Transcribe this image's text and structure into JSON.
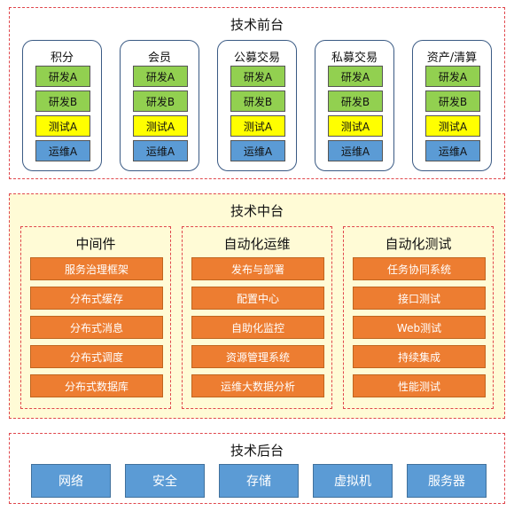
{
  "front": {
    "title": "技术前台",
    "teams": [
      {
        "name": "积分",
        "roles": [
          "研发A",
          "研发B",
          "测试A",
          "运维A"
        ]
      },
      {
        "name": "会员",
        "roles": [
          "研发A",
          "研发B",
          "测试A",
          "运维A"
        ]
      },
      {
        "name": "公募交易",
        "roles": [
          "研发A",
          "研发B",
          "测试A",
          "运维A"
        ]
      },
      {
        "name": "私募交易",
        "roles": [
          "研发A",
          "研发B",
          "测试A",
          "运维A"
        ]
      },
      {
        "name": "资产/清算",
        "roles": [
          "研发A",
          "研发B",
          "测试A",
          "运维A"
        ]
      }
    ]
  },
  "middle": {
    "title": "技术中台",
    "groups": [
      {
        "name": "中间件",
        "items": [
          "服务治理框架",
          "分布式缓存",
          "分布式消息",
          "分布式调度",
          "分布式数据库"
        ]
      },
      {
        "name": "自动化运维",
        "items": [
          "发布与部署",
          "配置中心",
          "自助化监控",
          "资源管理系统",
          "运维大数据分析"
        ]
      },
      {
        "name": "自动化测试",
        "items": [
          "任务协同系统",
          "接口测试",
          "Web测试",
          "持续集成",
          "性能测试"
        ]
      }
    ]
  },
  "back": {
    "title": "技术后台",
    "items": [
      "网络",
      "安全",
      "存储",
      "虚拟机",
      "服务器"
    ]
  },
  "colors": {
    "dev": "#92d050",
    "test": "#ffff00",
    "ops": "#5b9bd5",
    "component": "#ed7d31",
    "infra": "#5b9bd5",
    "dashed_border": "#e0474c",
    "middle_bg": "#fffbd6"
  }
}
